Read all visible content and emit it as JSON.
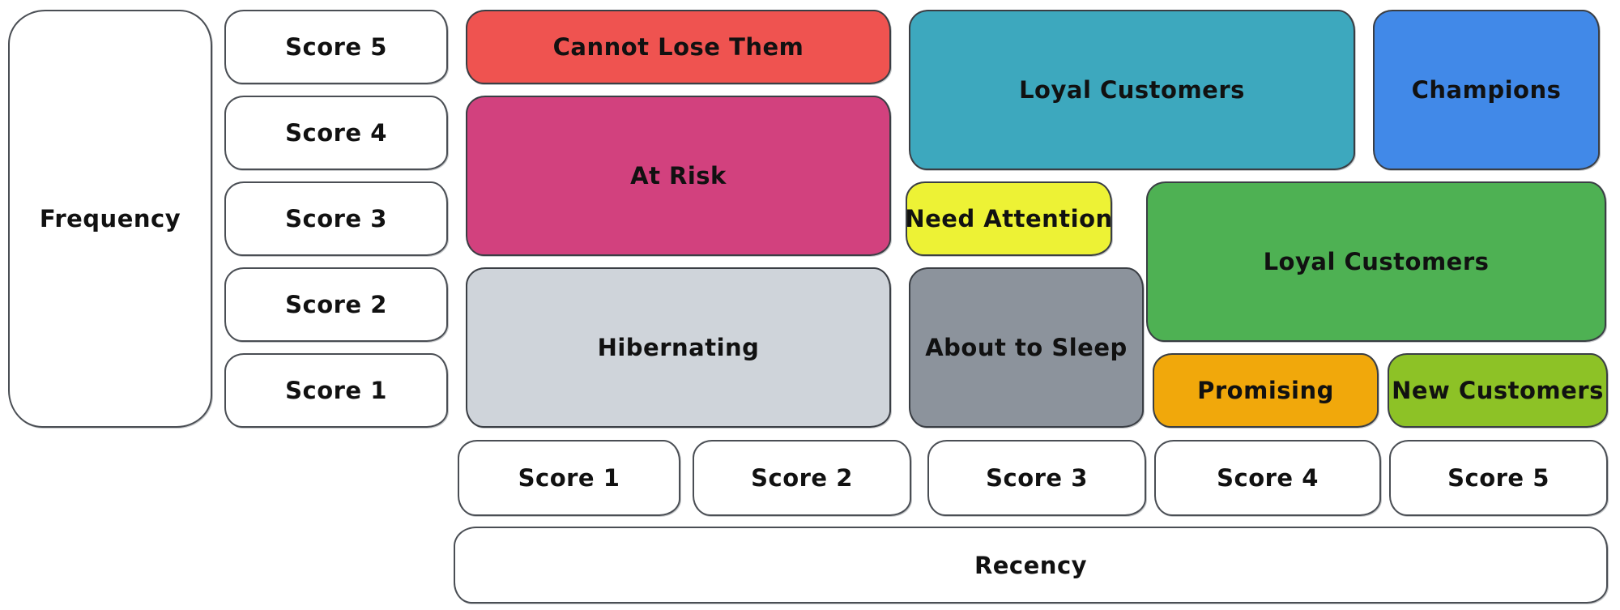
{
  "diagram": {
    "type": "rfm-segmentation-grid",
    "y_axis": {
      "label": "Frequency",
      "scores": [
        "Score 5",
        "Score 4",
        "Score 3",
        "Score 2",
        "Score 1"
      ]
    },
    "x_axis": {
      "label": "Recency",
      "scores": [
        "Score 1",
        "Score 2",
        "Score 3",
        "Score 4",
        "Score 5"
      ]
    },
    "segments": [
      {
        "label": "Cannot Lose Them",
        "color": "#EF5350",
        "recency_scores": "1-2",
        "frequency_scores": "5"
      },
      {
        "label": "At Risk",
        "color": "#D2417E",
        "recency_scores": "1-2",
        "frequency_scores": "3-4"
      },
      {
        "label": "Hibernating",
        "color": "#CFD4DA",
        "recency_scores": "1-2",
        "frequency_scores": "1-2"
      },
      {
        "label": "Loyal Customers",
        "color": "#3DA8BE",
        "recency_scores": "3-4",
        "frequency_scores": "4-5"
      },
      {
        "label": "Champions",
        "color": "#4189E8",
        "recency_scores": "5",
        "frequency_scores": "4-5"
      },
      {
        "label": "Need Attention",
        "color": "#EDF235",
        "recency_scores": "3",
        "frequency_scores": "3"
      },
      {
        "label": "Loyal Customers",
        "color": "#4EB153",
        "recency_scores": "4-5",
        "frequency_scores": "2-3"
      },
      {
        "label": "About to Sleep",
        "color": "#8C939C",
        "recency_scores": "3",
        "frequency_scores": "1-2"
      },
      {
        "label": "Promising",
        "color": "#F1A80B",
        "recency_scores": "4",
        "frequency_scores": "1"
      },
      {
        "label": "New Customers",
        "color": "#8DC226",
        "recency_scores": "5",
        "frequency_scores": "1"
      }
    ],
    "stroke_color": "#3a3e44",
    "text_color": "#111111",
    "background_color": "#ffffff"
  }
}
